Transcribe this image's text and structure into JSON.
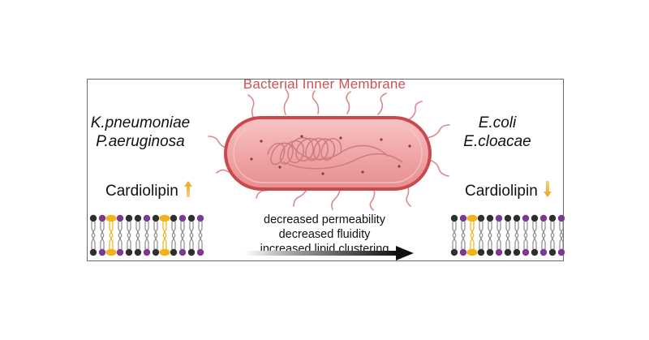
{
  "title": "Bacterial Inner Membrane",
  "left": {
    "species": [
      "K.pneumoniae",
      "P.aeruginosa"
    ],
    "cardiolipin_label": "Cardiolipin",
    "cardiolipin_trend": "up"
  },
  "right": {
    "species": [
      "E.coli",
      "E.cloacae"
    ],
    "cardiolipin_label": "Cardiolipin",
    "cardiolipin_trend": "down"
  },
  "effects": [
    "decreased permeability",
    "decreased fluidity",
    "increased lipid clustering"
  ],
  "colors": {
    "title": "#c9535a",
    "bacterium_fill": "#f0a7a8",
    "bacterium_outline": "#c94a4e",
    "dna": "#d07a80",
    "arrow_orange": "#f0a020",
    "lipid_purple": "#7b3a8f",
    "lipid_dark": "#2f2f2f",
    "cardiolipin_yellow": "#f2b21a",
    "gradient_arrow": "#111111"
  },
  "icons": {
    "cardiolipin_up": "up-arrow-icon",
    "cardiolipin_down": "down-arrow-icon",
    "bacterium": "rod-bacterium-icon",
    "membrane": "lipid-bilayer-icon"
  }
}
